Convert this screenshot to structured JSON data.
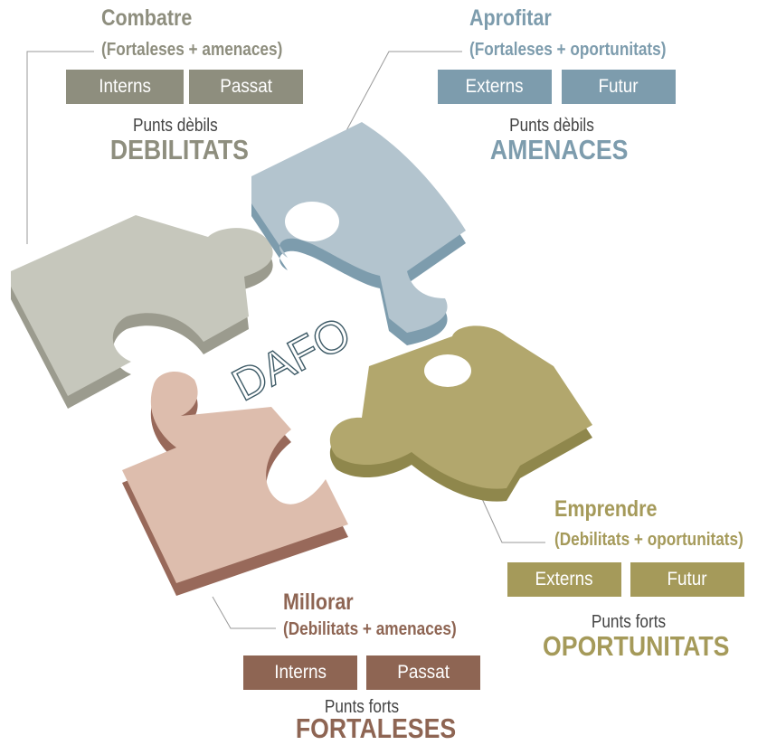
{
  "center_label": "DAFO",
  "colors": {
    "gray": "#8e8e7e",
    "blue": "#7d9cad",
    "olive": "#a59a5a",
    "brown": "#8e6553",
    "piece_gray": "#c5c6bb",
    "piece_blue": "#b2c3cd",
    "piece_olive": "#b1a66c",
    "piece_pink": "#dcbcac"
  },
  "quadrants": {
    "debilitats": {
      "action": "Combatre",
      "formula": "(Fortaleses + amenaces)",
      "tags": [
        "Interns",
        "Passat"
      ],
      "caption": "Punts dèbils",
      "name": "DEBILITATS"
    },
    "amenaces": {
      "action": "Aprofitar",
      "formula": "(Fortaleses + oportunitats)",
      "tags": [
        "Externs",
        "Futur"
      ],
      "caption": "Punts dèbils",
      "name": "AMENACES"
    },
    "oportunitats": {
      "action": "Emprendre",
      "formula": "(Debilitats + oportunitats)",
      "tags": [
        "Externs",
        "Futur"
      ],
      "caption": "Punts forts",
      "name": "OPORTUNITATS"
    },
    "fortaleses": {
      "action": "Millorar",
      "formula": "(Debilitats + amenaces)",
      "tags": [
        "Interns",
        "Passat"
      ],
      "caption": "Punts forts",
      "name": "FORTALESES"
    }
  }
}
